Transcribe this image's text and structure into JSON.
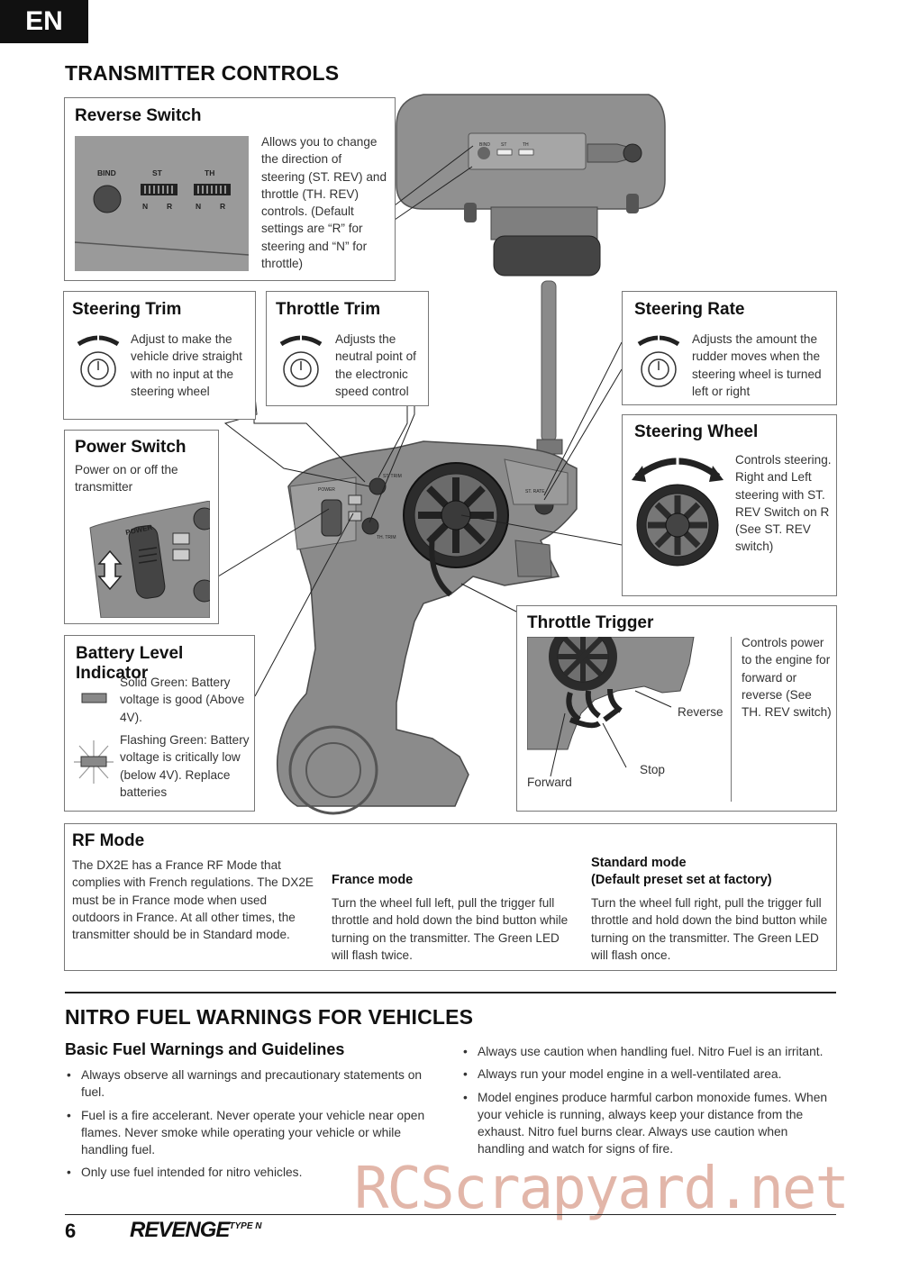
{
  "lang_tab": "EN",
  "title": "TRANSMITTER CONTROLS",
  "reverse_switch": {
    "title": "Reverse Switch",
    "desc": "Allows you to change the direction of steering (ST. REV) and throttle (TH. REV) controls. (Default settings are “R” for steering and “N” for throttle)",
    "labels": {
      "bind": "BIND",
      "st": "ST",
      "th": "TH",
      "n": "N",
      "r": "R"
    }
  },
  "steering_trim": {
    "title": "Steering Trim",
    "desc": "Adjust to make the vehicle drive straight with no input at the steering wheel"
  },
  "throttle_trim": {
    "title": "Throttle Trim",
    "desc": "Adjusts the neutral point of the electronic speed control"
  },
  "steering_rate": {
    "title": "Steering Rate",
    "desc": "Adjusts the amount the rudder moves when the steering wheel is turned left or right"
  },
  "steering_wheel": {
    "title": "Steering Wheel",
    "desc": "Controls steering. Right and Left steering with ST. REV Switch on R (See ST. REV switch)"
  },
  "power_switch": {
    "title": "Power Switch",
    "desc": "Power on or off the transmitter",
    "label": "POWER"
  },
  "battery": {
    "title": "Battery Level Indicator",
    "solid": "Solid Green: Battery voltage is good (Above 4V).",
    "flash": "Flashing Green: Battery voltage is critically low (below 4V). Replace batteries"
  },
  "throttle_trigger": {
    "title": "Throttle Trigger",
    "desc": "Controls power to the engine for forward or reverse (See TH. REV switch)",
    "reverse": "Reverse",
    "stop": "Stop",
    "forward": "Forward"
  },
  "tx_labels": {
    "st_trim": "ST. TRIM",
    "th_trim": "TH. TRIM",
    "st_rate": "ST. RATE",
    "power": "POWER",
    "bind": "BIND",
    "st": "ST",
    "th": "TH"
  },
  "rf_mode": {
    "title": "RF Mode",
    "intro": "The DX2E has a France RF Mode that complies with French regulations. The DX2E must be in France mode when used outdoors in France. At all other times, the transmitter should be in Standard mode.",
    "france_title": "France mode",
    "france_text": "Turn the wheel full left, pull the trigger full throttle and hold down the bind button while turning on the transmitter. The Green LED will flash twice.",
    "standard_title_1": "Standard mode",
    "standard_title_2": "(Default preset set at factory)",
    "standard_text": "Turn the wheel full right, pull the trigger full throttle and hold down the bind button while turning on the transmitter. The Green LED will flash once."
  },
  "nitro": {
    "title": "NITRO FUEL WARNINGS FOR VEHICLES",
    "subtitle": "Basic Fuel Warnings and Guidelines",
    "left_items": [
      "Always observe all warnings and precautionary statements on fuel.",
      "Fuel is a fire accelerant. Never operate your vehicle near open flames. Never smoke while operating your vehicle or while handling fuel.",
      "Only use fuel intended for nitro vehicles."
    ],
    "right_items": [
      "Always use caution when handling fuel. Nitro Fuel is an irritant.",
      "Always run your model engine in a well-ventilated area.",
      "Model engines produce harmful carbon monoxide fumes. When your vehicle is running, always keep your distance from the exhaust. Nitro fuel burns clear. Always use caution when handling and watch for signs of fire."
    ]
  },
  "watermark": "RCScrapyard.net",
  "footer": {
    "page": "6",
    "logo": "REVENGE",
    "logo_sup": "TYPE N"
  }
}
